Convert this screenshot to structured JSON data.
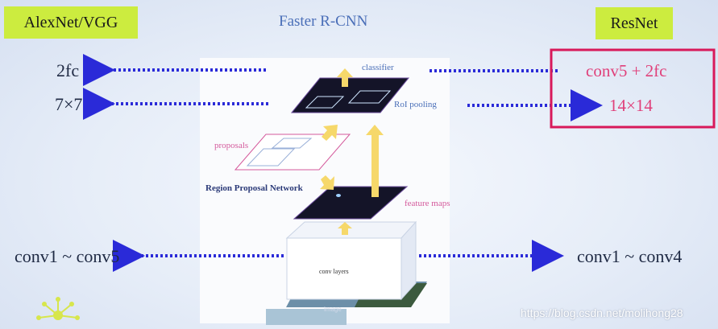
{
  "left": {
    "badge": "AlexNet/VGG",
    "fc": "2fc",
    "pool": "7×7",
    "conv": "conv1 ~ conv5"
  },
  "center": {
    "title": "Faster R-CNN",
    "classifier": "classifier",
    "roi_pooling": "RoI pooling",
    "proposals": "proposals",
    "rpn": "Region Proposal Network",
    "feature_maps": "feature maps",
    "conv_layers": "conv layers",
    "image": "image"
  },
  "right": {
    "badge": "ResNet",
    "fc": "conv5 + 2fc",
    "pool": "14×14",
    "conv": "conv1 ~ conv4"
  },
  "watermark": "https://blog.csdn.net/molihong28",
  "colors": {
    "badge": "#ccec3f",
    "arrow_dots": "#2a2ad8",
    "highlight_box": "#d8195a",
    "yellow_arrow": "#f6d86a"
  }
}
